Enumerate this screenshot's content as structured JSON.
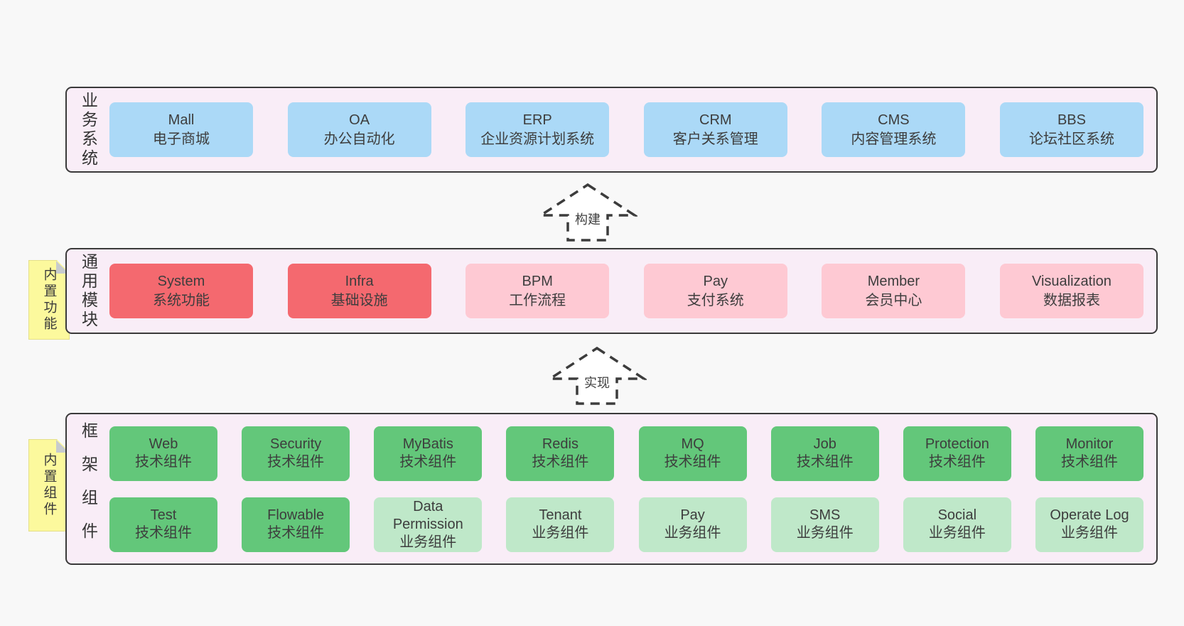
{
  "diagram": {
    "background": "#f8f8f8",
    "band_background": "#f9edf7",
    "border_color": "#3a3a3a"
  },
  "palette": {
    "blue": "#abd9f7",
    "red": "#f4696f",
    "pink": "#fec9d3",
    "green_dark": "#63c77a",
    "green_light": "#bfe8c9",
    "yellow_tag": "#fcf99d"
  },
  "arrows": [
    {
      "label": "构建"
    },
    {
      "label": "实现"
    }
  ],
  "tags": [
    {
      "label": "内置功能"
    },
    {
      "label": "内置组件"
    }
  ],
  "bands": [
    {
      "label": "业务系统",
      "boxes": [
        {
          "title": "Mall",
          "subtitle": "电子商城"
        },
        {
          "title": "OA",
          "subtitle": "办公自动化"
        },
        {
          "title": "ERP",
          "subtitle": "企业资源计划系统"
        },
        {
          "title": "CRM",
          "subtitle": "客户关系管理"
        },
        {
          "title": "CMS",
          "subtitle": "内容管理系统"
        },
        {
          "title": "BBS",
          "subtitle": "论坛社区系统"
        }
      ]
    },
    {
      "label": "通用模块",
      "boxes": [
        {
          "title": "System",
          "subtitle": "系统功能",
          "variant": "red"
        },
        {
          "title": "Infra",
          "subtitle": "基础设施",
          "variant": "red"
        },
        {
          "title": "BPM",
          "subtitle": "工作流程",
          "variant": "pink"
        },
        {
          "title": "Pay",
          "subtitle": "支付系统",
          "variant": "pink"
        },
        {
          "title": "Member",
          "subtitle": "会员中心",
          "variant": "pink"
        },
        {
          "title": "Visualization",
          "subtitle": "数据报表",
          "variant": "pink"
        }
      ]
    },
    {
      "label": "框架组件",
      "rows": [
        [
          {
            "title": "Web",
            "subtitle": "技术组件",
            "variant": "green-dark"
          },
          {
            "title": "Security",
            "subtitle": "技术组件",
            "variant": "green-dark"
          },
          {
            "title": "MyBatis",
            "subtitle": "技术组件",
            "variant": "green-dark"
          },
          {
            "title": "Redis",
            "subtitle": "技术组件",
            "variant": "green-dark"
          },
          {
            "title": "MQ",
            "subtitle": "技术组件",
            "variant": "green-dark"
          },
          {
            "title": "Job",
            "subtitle": "技术组件",
            "variant": "green-dark"
          },
          {
            "title": "Protection",
            "subtitle": "技术组件",
            "variant": "green-dark"
          },
          {
            "title": "Monitor",
            "subtitle": "技术组件",
            "variant": "green-dark"
          }
        ],
        [
          {
            "title": "Test",
            "subtitle": "技术组件",
            "variant": "green-dark"
          },
          {
            "title": "Flowable",
            "subtitle": "技术组件",
            "variant": "green-dark"
          },
          {
            "title": "Data Permission",
            "subtitle": "业务组件",
            "variant": "green-light"
          },
          {
            "title": "Tenant",
            "subtitle": "业务组件",
            "variant": "green-light"
          },
          {
            "title": "Pay",
            "subtitle": "业务组件",
            "variant": "green-light"
          },
          {
            "title": "SMS",
            "subtitle": "业务组件",
            "variant": "green-light"
          },
          {
            "title": "Social",
            "subtitle": "业务组件",
            "variant": "green-light"
          },
          {
            "title": "Operate Log",
            "subtitle": "业务组件",
            "variant": "green-light"
          }
        ]
      ]
    }
  ]
}
